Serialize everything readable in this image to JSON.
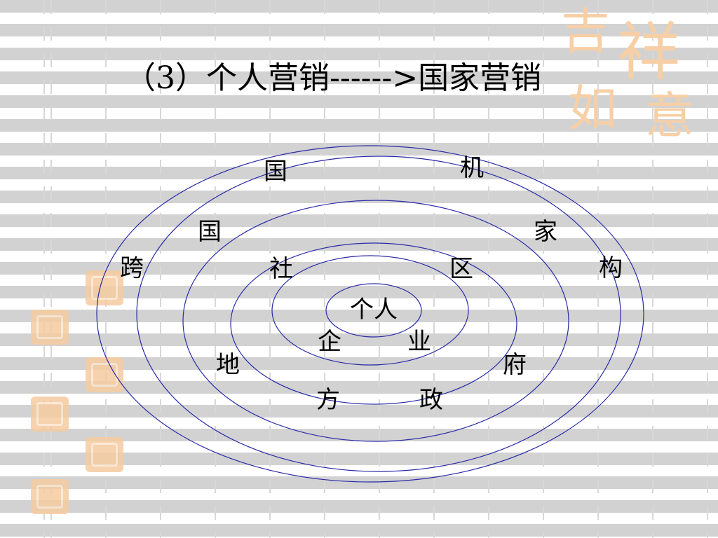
{
  "slide": {
    "title": "（3）个人营销------>国家营销"
  },
  "diagram": {
    "center": "个人",
    "labels": {
      "qi": "企",
      "ye": "业",
      "she": "社",
      "qu": "区",
      "di": "地",
      "fu": "府",
      "fang": "方",
      "zheng": "政",
      "guo_inner": "国",
      "jia": "家",
      "kua": "跨",
      "gou": "构",
      "guo_outer": "国",
      "ji": "机"
    },
    "ring_color": "#2a2aa8"
  },
  "decor": {
    "watermark_chars": [
      "吉",
      "祥",
      "如",
      "意"
    ],
    "accent_color": "#f6cba0"
  }
}
